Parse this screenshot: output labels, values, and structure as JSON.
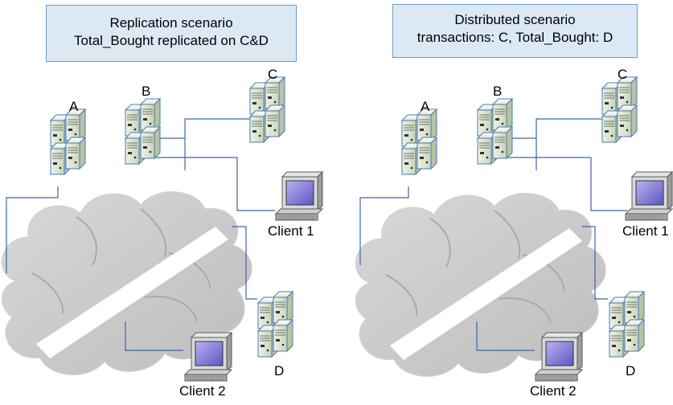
{
  "left_panel": {
    "title_line1": "Replication scenario",
    "title_line2": "Total_Bought replicated on C&D",
    "labels": {
      "a": "A",
      "b": "B",
      "c": "C",
      "d": "D",
      "client1": "Client 1",
      "client2": "Client 2"
    }
  },
  "right_panel": {
    "title_line1": "Distributed scenario",
    "title_line2": "transactions: C, Total_Bought: D",
    "labels": {
      "a": "A",
      "b": "B",
      "c": "C",
      "d": "D",
      "client1": "Client 1",
      "client2": "Client 2"
    }
  },
  "colors": {
    "link": "#3f63ad",
    "title_bg": "#dce9f5",
    "title_border": "#6f9bc7",
    "cloud": "#c9c9c9"
  },
  "icons": [
    "server-icon",
    "computer-icon",
    "cloud-icon"
  ]
}
